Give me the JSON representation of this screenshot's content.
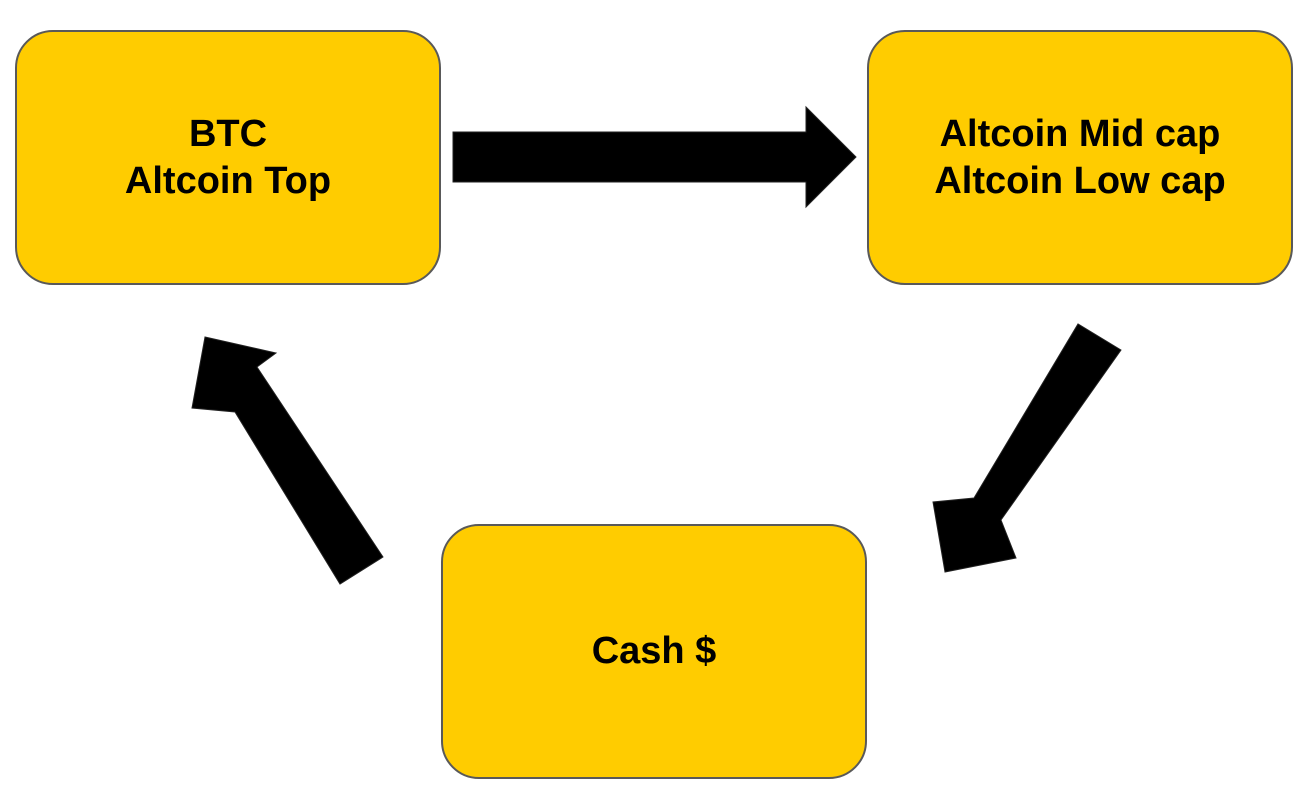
{
  "nodes": {
    "top_left": {
      "line1": "BTC",
      "line2": "Altcoin Top"
    },
    "top_right": {
      "line1": "Altcoin Mid cap",
      "line2": "Altcoin Low cap"
    },
    "bottom": {
      "line1": "Cash $"
    }
  },
  "colors": {
    "box_fill": "#FFCC00",
    "box_border": "#595959",
    "arrow_fill": "#000000",
    "text": "#000000"
  }
}
